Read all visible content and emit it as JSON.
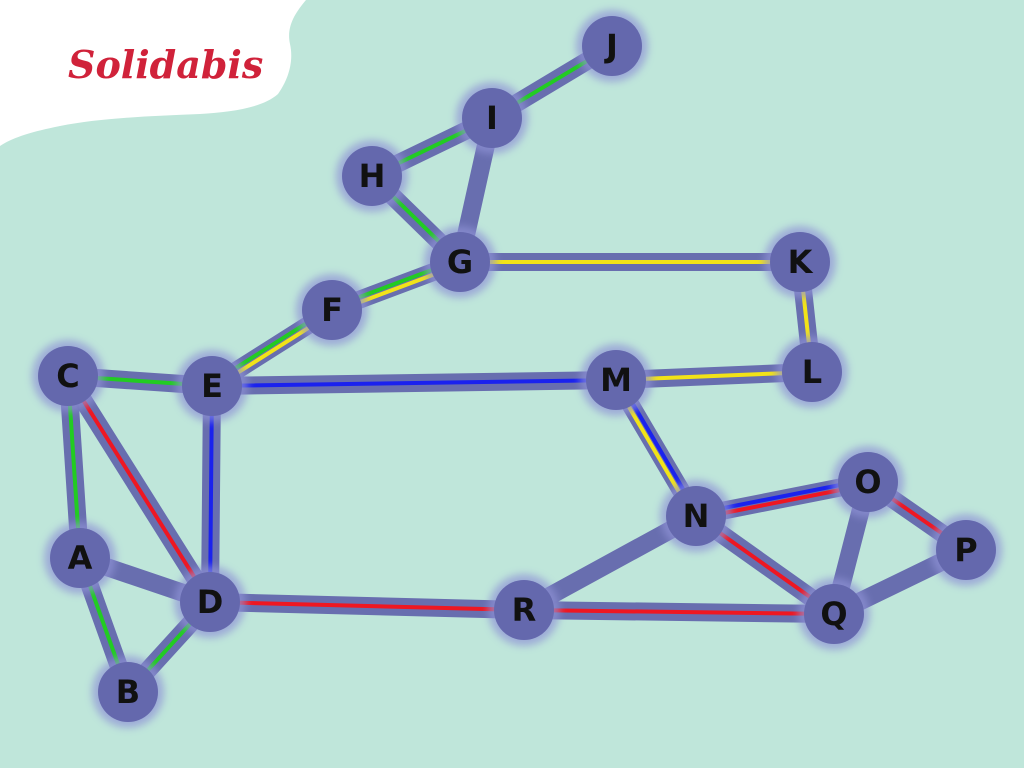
{
  "logo": {
    "text": "Solidabis",
    "color": "#d0223a"
  },
  "colors": {
    "background": "#bfe6da",
    "paper": "#ffffff",
    "node_fill": "#6468ad",
    "node_glow": "#8f93d6",
    "edge_base": "#6468ad",
    "green": "#22cc22",
    "yellow": "#f2e318",
    "blue": "#1a22ee",
    "red": "#ee1722",
    "label": "#111111"
  },
  "nodes": [
    {
      "id": "A",
      "label": "A"
    },
    {
      "id": "B",
      "label": "B"
    },
    {
      "id": "C",
      "label": "C"
    },
    {
      "id": "D",
      "label": "D"
    },
    {
      "id": "E",
      "label": "E"
    },
    {
      "id": "F",
      "label": "F"
    },
    {
      "id": "G",
      "label": "G"
    },
    {
      "id": "H",
      "label": "H"
    },
    {
      "id": "I",
      "label": "I"
    },
    {
      "id": "J",
      "label": "J"
    },
    {
      "id": "K",
      "label": "K"
    },
    {
      "id": "L",
      "label": "L"
    },
    {
      "id": "M",
      "label": "M"
    },
    {
      "id": "N",
      "label": "N"
    },
    {
      "id": "O",
      "label": "O"
    },
    {
      "id": "P",
      "label": "P"
    },
    {
      "id": "Q",
      "label": "Q"
    },
    {
      "id": "R",
      "label": "R"
    }
  ],
  "edges": [
    {
      "from": "C",
      "to": "A",
      "colors": [
        "green"
      ]
    },
    {
      "from": "A",
      "to": "B",
      "colors": [
        "green"
      ]
    },
    {
      "from": "B",
      "to": "D",
      "colors": [
        "green"
      ]
    },
    {
      "from": "A",
      "to": "D",
      "colors": []
    },
    {
      "from": "C",
      "to": "D",
      "colors": [
        "red"
      ]
    },
    {
      "from": "C",
      "to": "E",
      "colors": [
        "green"
      ]
    },
    {
      "from": "E",
      "to": "D",
      "colors": [
        "blue"
      ]
    },
    {
      "from": "E",
      "to": "F",
      "colors": [
        "green",
        "yellow"
      ]
    },
    {
      "from": "F",
      "to": "G",
      "colors": [
        "green",
        "yellow"
      ]
    },
    {
      "from": "G",
      "to": "H",
      "colors": [
        "green"
      ]
    },
    {
      "from": "H",
      "to": "I",
      "colors": [
        "green"
      ]
    },
    {
      "from": "I",
      "to": "J",
      "colors": [
        "green"
      ]
    },
    {
      "from": "G",
      "to": "I",
      "colors": []
    },
    {
      "from": "G",
      "to": "K",
      "colors": [
        "yellow"
      ]
    },
    {
      "from": "K",
      "to": "L",
      "colors": [
        "yellow"
      ]
    },
    {
      "from": "L",
      "to": "M",
      "colors": [
        "yellow"
      ]
    },
    {
      "from": "E",
      "to": "M",
      "colors": [
        "blue"
      ]
    },
    {
      "from": "M",
      "to": "N",
      "colors": [
        "blue",
        "yellow"
      ]
    },
    {
      "from": "N",
      "to": "O",
      "colors": [
        "blue",
        "red"
      ]
    },
    {
      "from": "O",
      "to": "P",
      "colors": [
        "red"
      ]
    },
    {
      "from": "N",
      "to": "Q",
      "colors": [
        "red"
      ]
    },
    {
      "from": "O",
      "to": "Q",
      "colors": []
    },
    {
      "from": "P",
      "to": "Q",
      "colors": []
    },
    {
      "from": "N",
      "to": "R",
      "colors": []
    },
    {
      "from": "D",
      "to": "R",
      "colors": [
        "red"
      ]
    },
    {
      "from": "R",
      "to": "Q",
      "colors": [
        "red"
      ]
    }
  ]
}
